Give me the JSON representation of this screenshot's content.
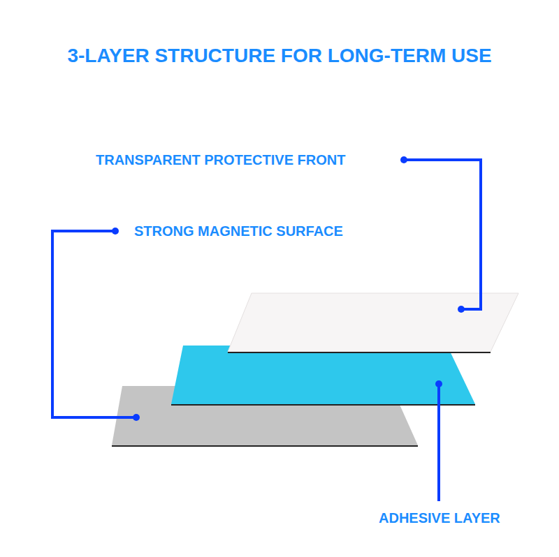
{
  "diagram": {
    "title": "3-LAYER STRUCTURE FOR LONG-TERM USE",
    "labels": [
      "TRANSPARENT PROTECTIVE FRONT",
      "STRONG MAGNETIC SURFACE",
      "ADHESIVE LAYER"
    ]
  }
}
